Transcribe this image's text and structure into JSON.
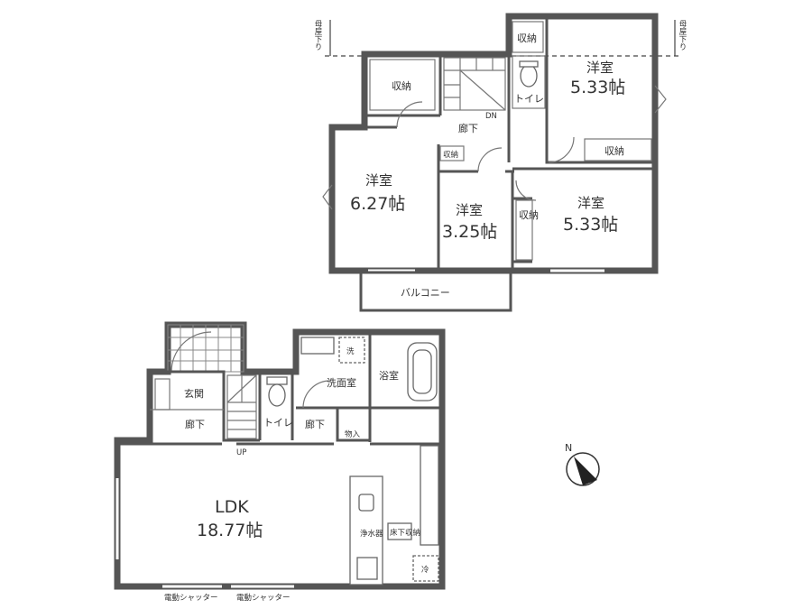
{
  "second_floor": {
    "rooms": [
      {
        "id": "west-room-ne",
        "name": "洋室",
        "area": "5.33帖"
      },
      {
        "id": "west-room-w",
        "name": "洋室",
        "area": "6.27帖"
      },
      {
        "id": "west-room-c",
        "name": "洋室",
        "area": "3.25帖"
      },
      {
        "id": "west-room-e",
        "name": "洋室",
        "area": "5.33帖"
      }
    ],
    "storage_label": "収納",
    "storage_vertical": "収\n納",
    "toilet_label": "トイレ",
    "hallway_label": "廊下",
    "stairs_down": "DN",
    "balcony_label": "バルコニー",
    "roof_note_left": "母屋下り",
    "roof_note_right": "母屋下り"
  },
  "first_floor": {
    "ldk": {
      "name": "LDK",
      "area": "18.77帖"
    },
    "entrance_label": "玄関",
    "hallway_label": "廊下",
    "toilet_label": "トイレ",
    "washroom_label": "洗面室",
    "bath_label": "浴室",
    "closet_label": "物入",
    "stairs_up": "UP",
    "laundry_label": "洗",
    "water_heater_label": "浄水器",
    "under_floor_label": "床下収納",
    "fridge_label": "冷",
    "shutter_left": "電動シャッター",
    "shutter_right": "電動シャッター"
  },
  "compass": {
    "north_label": "N"
  }
}
